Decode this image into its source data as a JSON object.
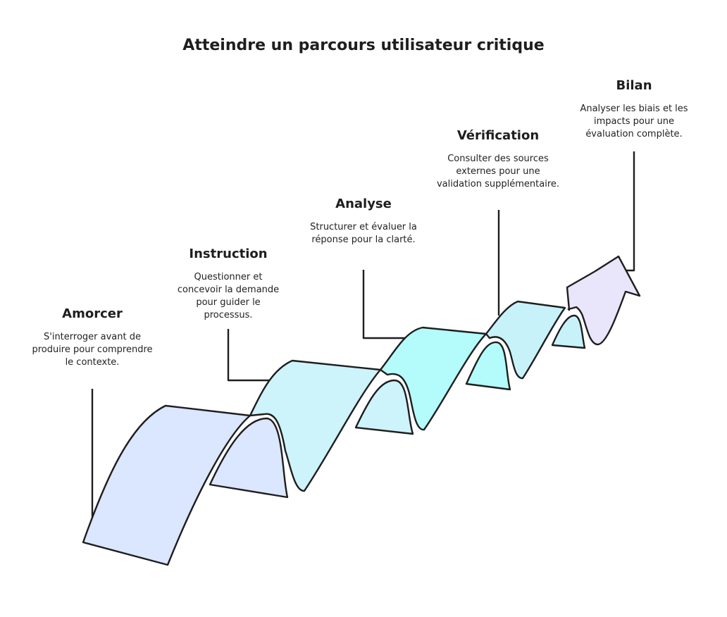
{
  "title": "Atteindre un parcours utilisateur critique",
  "steps": [
    {
      "title": "Amorcer",
      "text": "S'interroger avant de produire pour comprendre le contexte.",
      "color": "#dbe6ff"
    },
    {
      "title": "Instruction",
      "text": "Questionner et concevoir la demande pour guider le processus.",
      "color": "#cdf3fb"
    },
    {
      "title": "Analyse",
      "text": "Structurer et évaluer la réponse pour la clarté.",
      "color": "#b3fcfb"
    },
    {
      "title": "Vérification",
      "text": "Consulter des sources externes pour une validation supplémentaire.",
      "color": "#c8f2fa"
    },
    {
      "title": "Bilan",
      "text": "Analyser les biais et les impacts pour une évaluation complète.",
      "color": "#e9e5fb"
    }
  ]
}
